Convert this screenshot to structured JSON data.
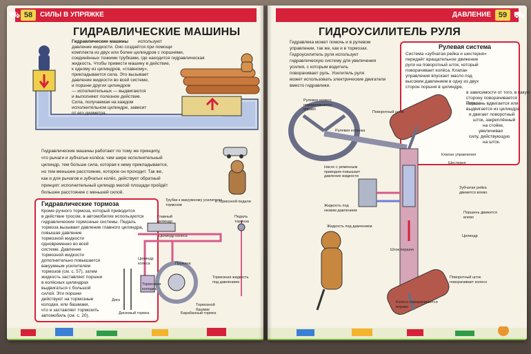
{
  "header": {
    "left_page_number": "58",
    "left_section": "СИЛЫ В УПРЯЖКЕ",
    "right_section": "ДАВЛЕНИЕ",
    "right_page_number": "59"
  },
  "left": {
    "title": "ГИДРАВЛИЧЕСКИЕ МАШИНЫ",
    "intro_bold": "Гидравлические машины",
    "intro_lines": [
      "используют",
      "давление жидкости. Оно создаётся при помощи",
      "комплекта из двух или более цилиндров с поршнями,",
      "соединённых тонкими трубками, где находится гидравлическая",
      "жидкость. Чтобы привести машину в действие,",
      "к одному из цилиндров, «главному»,",
      "прикладывается сила. Это вызывает",
      "давление жидкости во всей системе,",
      "и поршни других цилиндров",
      "— исполнительных — выдвигаются",
      "и выполняют полезное действие.",
      "Сила, получаемая на каждом",
      "исполнительном цилиндре, зависит",
      "от его диаметра."
    ],
    "body_lines": [
      "Гидравлические машины работают по тому же принципу,",
      "что рычаги и зубчатые колёса: чем шире исполнительный",
      "цилиндр, тем больше сила, которая к нему прикладывается,",
      "но тем меньшее расстояние, которое он проходит. Так же,",
      "как и для рычагов и зубчатых колёс, действует обратный",
      "принцип: исполнительный цилиндр малой площади пройдёт",
      "большее расстояние с меньшей силой."
    ],
    "brakes_title": "Гидравлические тормоза",
    "brakes_lines": [
      "Кроме ручного тормоза, который приводится",
      "в действие тросом, в автомобилях используются",
      "гидравлические тормозные системы. Педаль",
      "тормоза вызывает давление главного цилиндра,",
      "повышая давление",
      "тормозной жидкости",
      "одновременно во всей",
      "системе. Давление",
      "тормозной жидкости",
      "дополнительно повышается",
      "вакуумным усилителем",
      "тормозов (см. с. 57), затем",
      "жидкость заставляет поршни",
      "в колёсных цилиндрах",
      "выдвигаться с большой",
      "силой. Эти поршни",
      "действуют на тормозные",
      "колодки, или башмаки,",
      "что и заставляет тормозить",
      "автомобиль (см. с. 20)."
    ],
    "labels": {
      "tube": "Трубки к вакуумному усилителю",
      "tube2": "тормозов",
      "to_pedal": "К тормозной педали",
      "master": "Главный цилиндр",
      "pedal": "Педаль тормоза",
      "wheel_cyl": "Цилиндр колеса",
      "caliper": "Цилиндр колеса",
      "spring": "Пружина",
      "brake_pad": "Тормозная колодка",
      "shoe": "Тормозной башмак",
      "disc": "Диск",
      "disc_brake": "Дисковый тормоз",
      "drum_brake": "Барабанный тормоз",
      "fluid": "Тормозная жидкость под давлением"
    }
  },
  "right": {
    "title": "ГИДРОУСИЛИТЕЛЬ РУЛЯ",
    "intro_lines": [
      "Гидравлика может помочь и в рулевом",
      "управлении, так же, как и в тормозах.",
      "Гидроусилитель руля использует",
      "гидравлическую систему для увеличения",
      "усилия, с которым водитель",
      "поворачивает руль. Усилитель руля",
      "может использовать электрические двигатели",
      "вместо гидравлики."
    ],
    "box_title": "Рулевая система",
    "box_lines": [
      "Система «зубчатая рейка и шестерня»",
      "передаёт вращательное движение",
      "руля на поворотный шток, который",
      "поворачивает колёса. Клапан",
      "управления впускает масло под",
      "высоким давлением в одну из двух",
      "сторон поршня в цилиндре,",
      "в зависимости от того, в какую",
      "сторону поворачивается колесо.",
      "Поршень вдвигается или",
      "выдвигается из цилиндра",
      "и двигает поворотный",
      "шток, закреплённый",
      "на стойке,",
      "увеличивая",
      "силу, действующую",
      "на шток."
    ],
    "labels": {
      "wheel_turn": "Рулевое колесо поворачивается вправо",
      "rotary_shaft": "Поворотный шток",
      "column": "Рулевая колонка",
      "valve": "Клапан управления",
      "gear": "Шестерня",
      "pump": "Насос с ременным приводом повышает давление жидкости",
      "low_pressure": "Жидкость под низким давлением",
      "high_pressure": "Жидкость под давлением",
      "rack": "Зубчатая рейка движется влево",
      "piston": "Поршень движется влево",
      "cylinder": "Цилиндр",
      "rod": "Шток поршня",
      "rot_rod": "Поворотный шток поворачивает колесо",
      "wheel": "Колесо поворачивается вправо"
    }
  }
}
